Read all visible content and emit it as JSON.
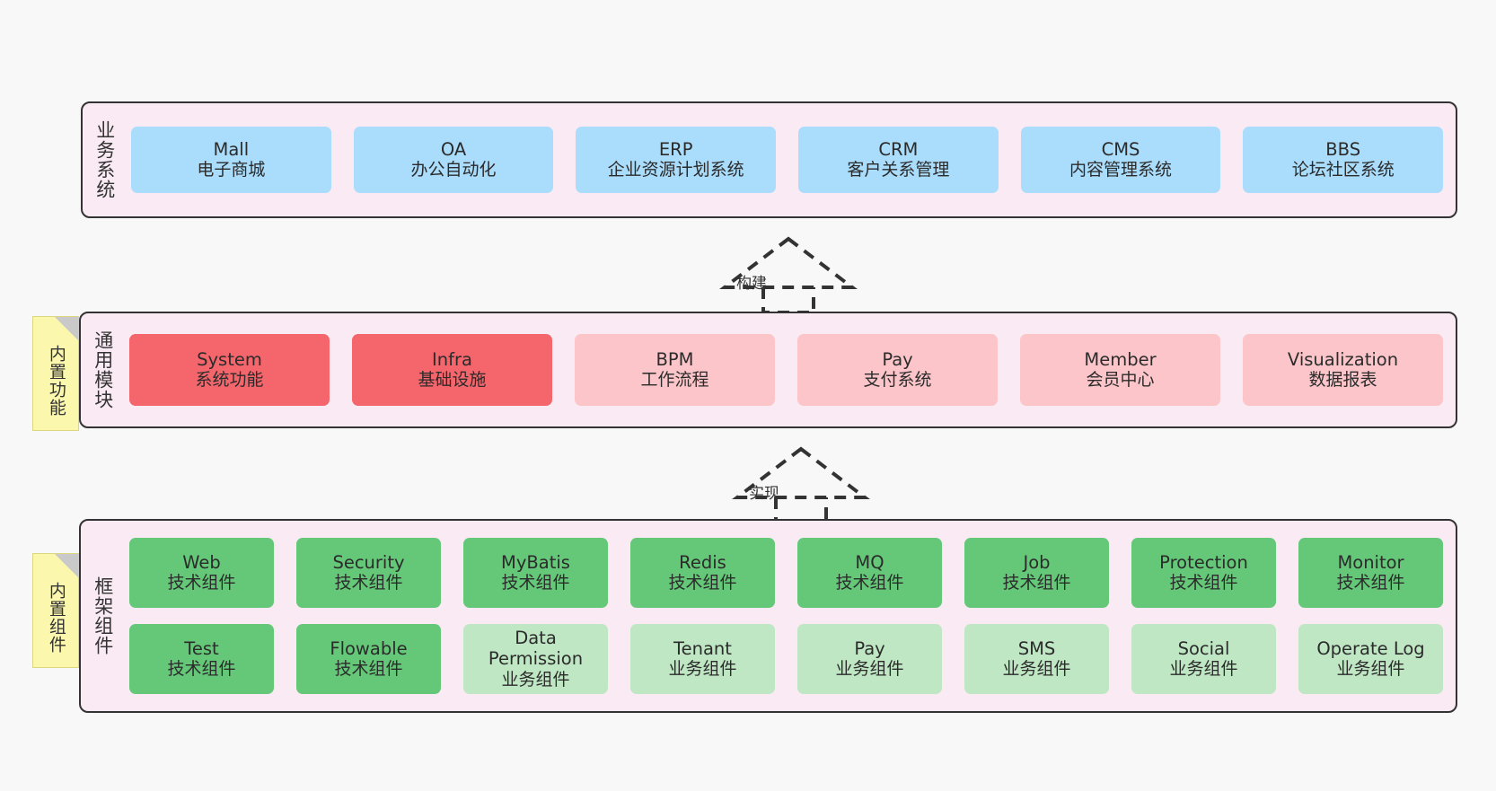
{
  "diagram": {
    "background_color": "#f8f8f8",
    "layer_fill": "#f9eaf4",
    "layer_border": "#333333"
  },
  "layers": [
    {
      "id": "business-system",
      "title": "业务系统",
      "node_color": "#aadcfb",
      "nodes": [
        {
          "en": "Mall",
          "cn": "电子商城"
        },
        {
          "en": "OA",
          "cn": "办公自动化"
        },
        {
          "en": "ERP",
          "cn": "企业资源计划系统"
        },
        {
          "en": "CRM",
          "cn": "客户关系管理"
        },
        {
          "en": "CMS",
          "cn": "内容管理系统"
        },
        {
          "en": "BBS",
          "cn": "论坛社区系统"
        }
      ]
    },
    {
      "id": "common-module",
      "title": "通用模块",
      "note": "内置功能",
      "nodes": [
        {
          "en": "System",
          "cn": "系统功能",
          "color": "#f4666c",
          "style": "red"
        },
        {
          "en": "Infra",
          "cn": "基础设施",
          "color": "#f4666c",
          "style": "red"
        },
        {
          "en": "BPM",
          "cn": "工作流程",
          "color": "#fbc5c9",
          "style": "pink"
        },
        {
          "en": "Pay",
          "cn": "支付系统",
          "color": "#fbc5c9",
          "style": "pink"
        },
        {
          "en": "Member",
          "cn": "会员中心",
          "color": "#fbc5c9",
          "style": "pink"
        },
        {
          "en": "Visualization",
          "cn": "数据报表",
          "color": "#fbc5c9",
          "style": "pink"
        }
      ]
    },
    {
      "id": "framework-component",
      "title": "框架组件",
      "note": "内置组件",
      "row1": [
        {
          "en": "Web",
          "cn": "技术组件",
          "color": "#64c878",
          "style": "green"
        },
        {
          "en": "Security",
          "cn": "技术组件",
          "color": "#64c878",
          "style": "green"
        },
        {
          "en": "MyBatis",
          "cn": "技术组件",
          "color": "#64c878",
          "style": "green"
        },
        {
          "en": "Redis",
          "cn": "技术组件",
          "color": "#64c878",
          "style": "green"
        },
        {
          "en": "MQ",
          "cn": "技术组件",
          "color": "#64c878",
          "style": "green"
        },
        {
          "en": "Job",
          "cn": "技术组件",
          "color": "#64c878",
          "style": "green"
        },
        {
          "en": "Protection",
          "cn": "技术组件",
          "color": "#64c878",
          "style": "green"
        },
        {
          "en": "Monitor",
          "cn": "技术组件",
          "color": "#64c878",
          "style": "green"
        }
      ],
      "row2": [
        {
          "en": "Test",
          "cn": "技术组件",
          "color": "#64c878",
          "style": "green"
        },
        {
          "en": "Flowable",
          "cn": "技术组件",
          "color": "#64c878",
          "style": "green"
        },
        {
          "en": "Data Permission",
          "cn": "业务组件",
          "color": "#bfe7c4",
          "style": "lightgreen"
        },
        {
          "en": "Tenant",
          "cn": "业务组件",
          "color": "#bfe7c4",
          "style": "lightgreen"
        },
        {
          "en": "Pay",
          "cn": "业务组件",
          "color": "#bfe7c4",
          "style": "lightgreen"
        },
        {
          "en": "SMS",
          "cn": "业务组件",
          "color": "#bfe7c4",
          "style": "lightgreen"
        },
        {
          "en": "Social",
          "cn": "业务组件",
          "color": "#bfe7c4",
          "style": "lightgreen"
        },
        {
          "en": "Operate Log",
          "cn": "业务组件",
          "color": "#bfe7c4",
          "style": "lightgreen"
        }
      ]
    }
  ],
  "arrows": [
    {
      "id": "arrow-build",
      "label": "构建"
    },
    {
      "id": "arrow-implement",
      "label": "实现"
    }
  ]
}
